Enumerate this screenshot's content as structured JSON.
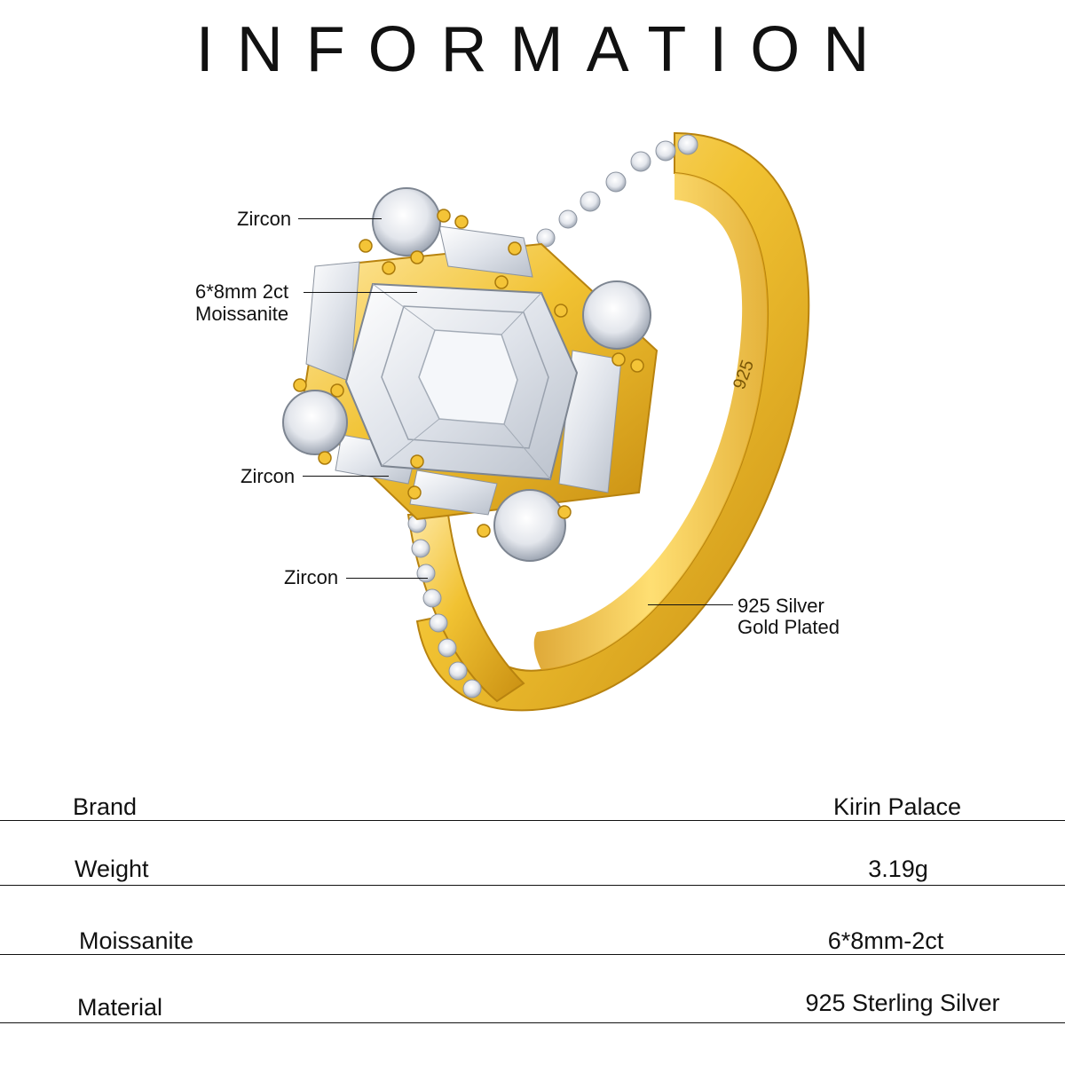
{
  "header": {
    "title": "INFORMATION"
  },
  "ring": {
    "band_stamp": "925",
    "colors": {
      "gold": "#f1c232",
      "gold_dark": "#c98f12",
      "gold_light": "#ffe9a6",
      "stone": "#eef1f5"
    }
  },
  "callouts": {
    "zircon_top": "Zircon",
    "center_stone_line1": "6*8mm 2ct",
    "center_stone_line2": "Moissanite",
    "zircon_middle": "Zircon",
    "zircon_bottom": "Zircon",
    "metal_line1": "925 Silver",
    "metal_line2": "Gold Plated"
  },
  "specs": [
    {
      "label": "Brand",
      "value": "Kirin Palace"
    },
    {
      "label": "Weight",
      "value": "3.19g"
    },
    {
      "label": "Moissanite",
      "value": "6*8mm-2ct"
    },
    {
      "label": "Material",
      "value": "925 Sterling Silver"
    }
  ]
}
